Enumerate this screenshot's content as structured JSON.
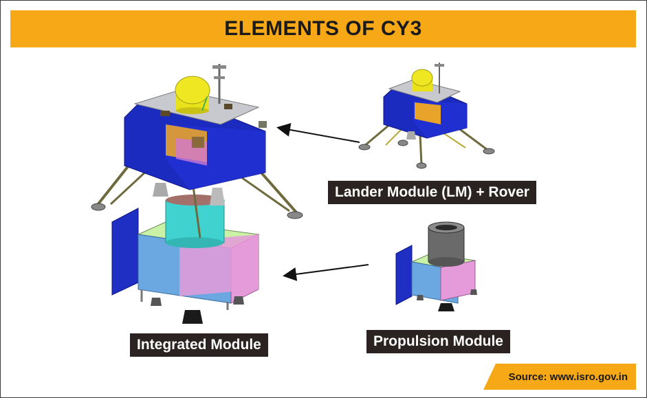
{
  "title": "ELEMENTS OF CY3",
  "labels": {
    "lander": "Lander Module (LM) + Rover",
    "integrated": "Integrated Module",
    "propulsion": "Propulsion Module"
  },
  "source": "Source: www.isro.gov.in",
  "colors": {
    "accent": "#f7a817",
    "label_bg": "#2b2321",
    "lander_blue": "#1c2bbf",
    "lander_gold": "#e8a32a",
    "dome_yellow": "#e9e21a",
    "propulsion_pink": "#e59ad9",
    "propulsion_blue": "#6ba7e0",
    "adapter_cyan": "#3fd2cf"
  }
}
